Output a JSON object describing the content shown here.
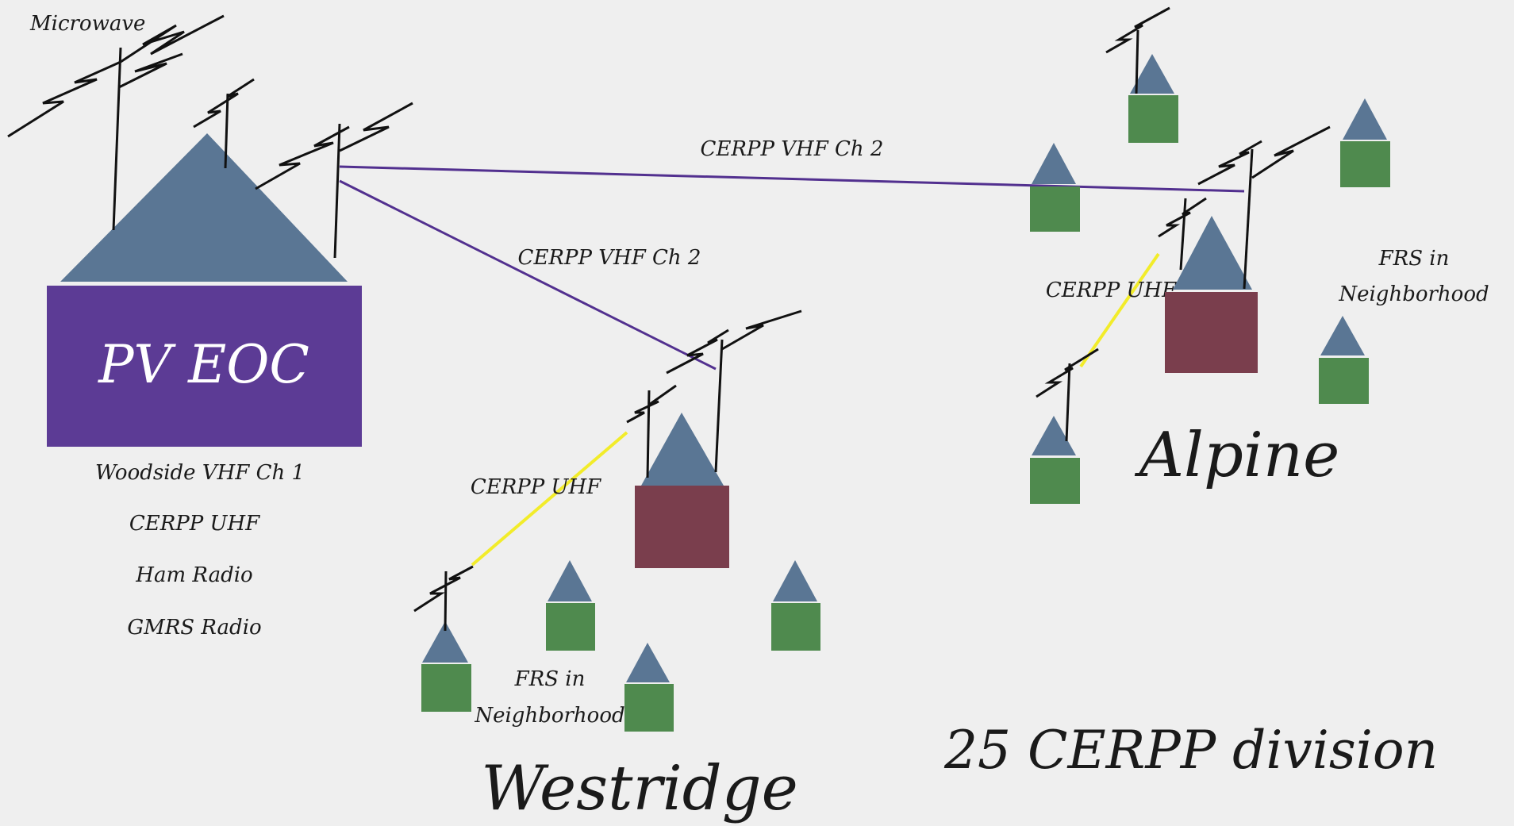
{
  "eoc": {
    "title": "PV EOC",
    "antenna_label": "Microwave",
    "services": [
      "Woodside VHF Ch 1",
      "CERPP UHF",
      "Ham Radio",
      "GMRS Radio"
    ]
  },
  "links": {
    "vhf_to_alpine": "CERPP VHF Ch 2",
    "vhf_to_westridge": "CERPP VHF Ch 2",
    "uhf_westridge": "CERPP UHF",
    "uhf_alpine": "CERPP UHF"
  },
  "westridge": {
    "name": "Westridge",
    "frs": [
      "FRS in",
      "Neighborhood"
    ]
  },
  "alpine": {
    "name": "Alpine",
    "frs": [
      "FRS in",
      "Neighborhood"
    ]
  },
  "footer": "25 CERPP division",
  "colors": {
    "roof": "#5a7694",
    "eoc_body": "#5c3b95",
    "hub_body": "#7a3e4d",
    "house_body": "#4f8a4e",
    "vhf_link": "#52308f",
    "uhf_link": "#f2ec2a",
    "antenna": "#111111"
  }
}
